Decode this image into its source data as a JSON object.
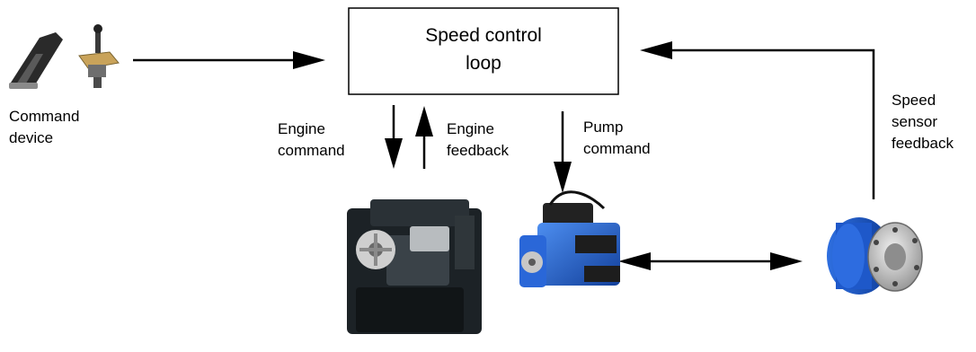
{
  "controller": {
    "title_line1": "Speed control",
    "title_line2": "loop"
  },
  "labels": {
    "command_device": [
      "Command",
      "device"
    ],
    "engine_command": [
      "Engine",
      "command"
    ],
    "engine_feedback": [
      "Engine",
      "feedback"
    ],
    "pump_command": [
      "Pump",
      "command"
    ],
    "speed_sensor_feedback": [
      "Speed",
      "sensor",
      "feedback"
    ]
  },
  "icons": {
    "pedal": "foot-pedal-icon",
    "joystick": "joystick-lever-icon",
    "engine": "diesel-engine-icon",
    "pump": "hydraulic-pump-icon",
    "motor": "hydraulic-wheel-motor-icon"
  },
  "colors": {
    "line": "#000000",
    "pump_blue": "#1f5fd0",
    "motor_blue": "#1b55c8",
    "engine_dark": "#1c2226"
  }
}
